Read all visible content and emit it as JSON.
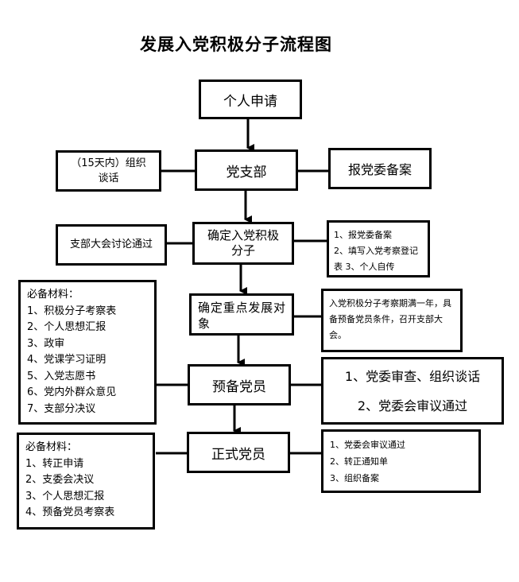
{
  "title": "发展入党积极分子流程图",
  "steps": {
    "apply": "个人申请",
    "branch": "党支部",
    "confirm_activist": "确定入党积极分子",
    "confirm_target": "确定重点发展对象",
    "probationary": "预备党员",
    "full_member": "正式党员"
  },
  "side_notes": {
    "talk_15_days": "（15天内）组织谈话",
    "report_committee": "报党委备案",
    "branch_meeting": "支部大会讨论通过",
    "activist_tasks": [
      "1、报党委备案",
      "2、填写入党考察登记表 3、个人自传"
    ],
    "target_condition": "入党积极分子考察期满一年，具备预备党员条件，召开支部大会。",
    "committee_review": [
      "1、党委审查、组织谈话",
      "2、党委会审议通过"
    ],
    "full_tasks": [
      "1、党委会审议通过",
      "2、转正通知单",
      "3、组织备案"
    ]
  },
  "materials_probationary": {
    "header": "必备材料：",
    "items": [
      "1、积极分子考察表",
      "2、个人思想汇报",
      "3、政审",
      "4、党课学习证明",
      "5、入党志愿书",
      "6、党内外群众意见",
      "7、支部分决议"
    ]
  },
  "materials_full": {
    "header": "必备材料：",
    "items": [
      "1、转正申请",
      "2、支委会决议",
      "3、个人思想汇报",
      "4、预备党员考察表"
    ]
  }
}
